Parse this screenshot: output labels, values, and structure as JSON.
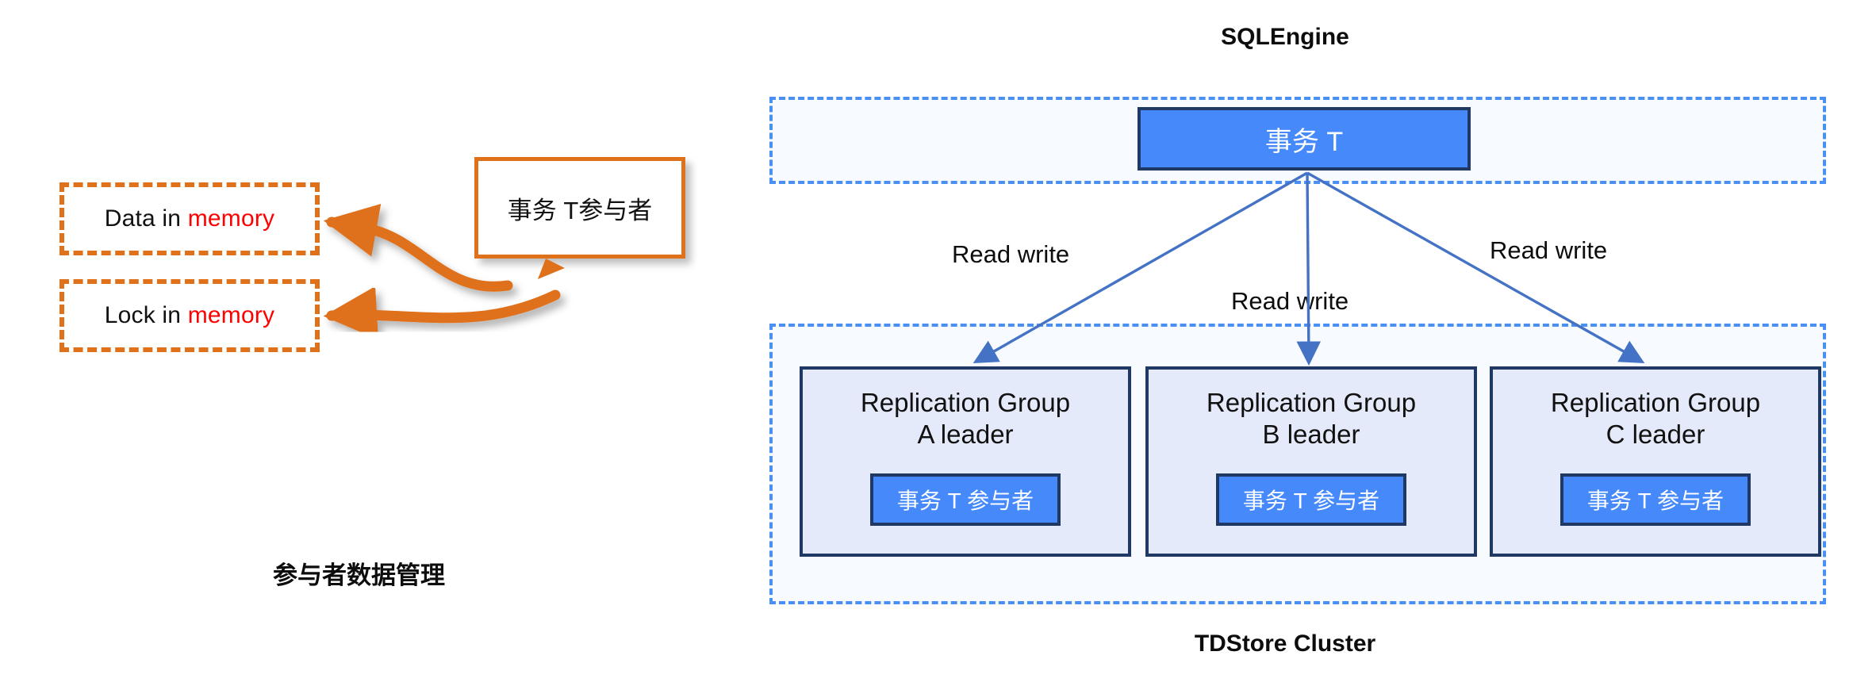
{
  "left_panel": {
    "memory_boxes": [
      {
        "prefix": "Data in ",
        "highlight": "memory"
      },
      {
        "prefix": "Lock in ",
        "highlight": "memory"
      }
    ],
    "participant_label": "事务 T参与者",
    "caption": "参与者数据管理",
    "accent_color": "#E0711B",
    "highlight_color": "#FF0000"
  },
  "right_panel": {
    "top_title": "SQLEngine",
    "bottom_title": "TDStore Cluster",
    "transaction_label": "事务 T",
    "edge_labels": [
      "Read write",
      "Read write",
      "Read write"
    ],
    "replication_groups": [
      {
        "title": "Replication Group\nA leader",
        "participant": "事务 T 参与者"
      },
      {
        "title": "Replication Group\nB leader",
        "participant": "事务 T 参与者"
      },
      {
        "title": "Replication Group\nC leader",
        "participant": "事务 T 参与者"
      }
    ],
    "zone_border_color": "#4A90F2",
    "box_fill_color": "#4589FB",
    "box_border_color": "#1F3864",
    "group_fill_color": "#E4EAF9",
    "arrow_color": "#4472C4"
  }
}
